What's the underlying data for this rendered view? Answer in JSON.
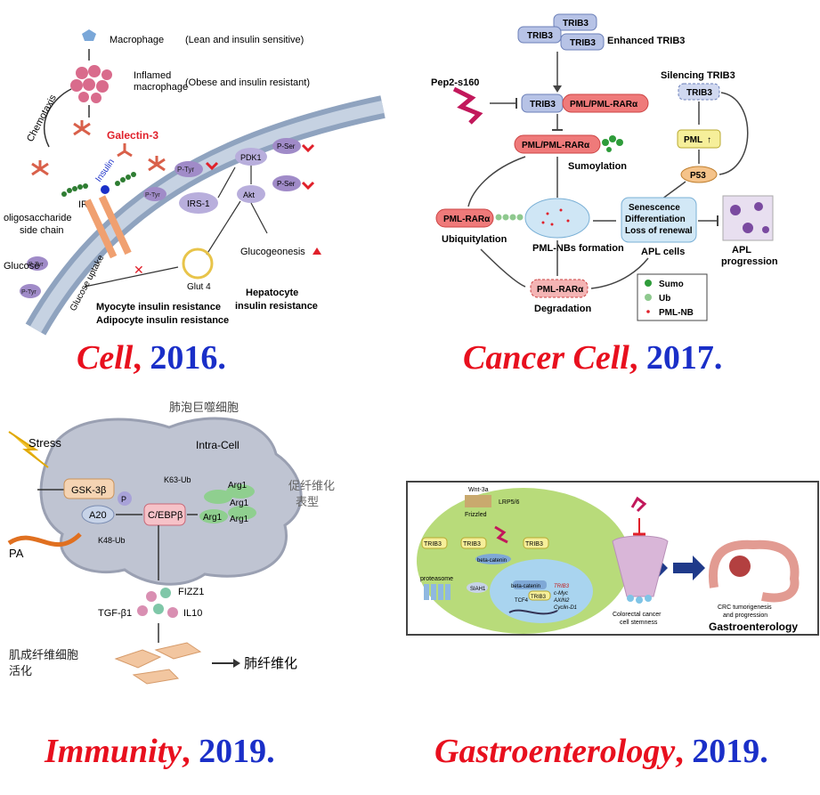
{
  "panel1": {
    "macrophage": "Macrophage",
    "macrophage_desc": "(Lean and insulin sensitive)",
    "inflamed": "Inflamed",
    "inflamed2": "macrophage",
    "inflamed_desc": "(Obese and insulin resistant)",
    "chemotaxis": "Chemotaxis",
    "galectin": "Galectin-3",
    "insulin": "Insulin",
    "ir": "IR",
    "oligo1": "oligosaccharide",
    "oligo2": "side chain",
    "ptyr1": "P-Tyr",
    "ptyr2": "P-Tyr",
    "ptyr3": "P-Tyr",
    "ptyr4": "P-Tyr",
    "irs1": "IRS-1",
    "pdk1": "PDK1",
    "pser1": "P-Ser",
    "akt": "Akt",
    "pser2": "P-Ser",
    "glucose": "Glucose",
    "glut4": "Glut 4",
    "glucose_uptake": "Glucose uptake",
    "glucogeonesis": "Glucogeonesis",
    "hepatocyte1": "Hepatocyte",
    "hepatocyte2": "insulin resistance",
    "myocyte": "Myocyte insulin resistance",
    "adipocyte": "Adipocyte insulin resistance"
  },
  "panel2": {
    "trib3_top": "TRIB3",
    "trib3_left": "TRIB3",
    "trib3_right": "TRIB3",
    "enhanced": "Enhanced TRIB3",
    "pep2": "Pep2-s160",
    "trib3_mid": "TRIB3",
    "pml_rar": "PML/PML-RARα",
    "pml_rar2": "PML/PML-RARα",
    "sumoylation": "Sumoylation",
    "silencing": "Silencing TRIB3",
    "trib3_sil": "TRIB3",
    "pml": "PML",
    "p53": "P53",
    "pml_rar_a": "PML-RARα",
    "ubiquitylation": "Ubiquitylation",
    "pml_nbs": "PML-NBs formation",
    "senescence": "Senescence",
    "differentiation": "Differentiation",
    "loss": "Loss of renewal",
    "apl_cells": "APL cells",
    "apl_prog1": "APL",
    "apl_prog2": "progression",
    "pml_rar_deg": "PML-RARα",
    "degradation": "Degradation",
    "legend_sumo": "Sumo",
    "legend_ub": "Ub",
    "legend_nb": "PML-NB"
  },
  "panel3": {
    "title_cn": "肺泡巨噬细胞",
    "intra": "Intra-Cell",
    "stress": "Stress",
    "gsk": "GSK-3β",
    "p": "P",
    "a20": "A20",
    "cebp": "C/EBPβ",
    "k63": "K63-Ub",
    "k48": "K48-Ub",
    "arg1a": "Arg1",
    "arg1b": "Arg1",
    "arg1c": "Arg1",
    "arg1d": "Arg1",
    "profib1": "促纤维化",
    "profib2": "表型",
    "pa": "PA",
    "fizz1": "FIZZ1",
    "tgf": "TGF-β1",
    "il10": "IL10",
    "fib1": "肌成纤维细胞",
    "fib2": "活化",
    "lung_fib": "肺纤维化"
  },
  "panel4": {
    "wnt": "Wnt-3a",
    "lrp": "LRP5/6",
    "frizzled": "Frizzled",
    "trib3_a": "TRIB3",
    "trib3_b": "TRIB3",
    "trib3_c": "TRIB3",
    "trib3_d": "TRIB3",
    "beta_cat": "beta-catenin",
    "proteasome": "proteasome",
    "siah1": "SIAH1",
    "beta_cat2": "beta-catenin",
    "tcf4": "TCF4",
    "targets": [
      "TRIB3",
      "c-Myc",
      "AXIN2",
      "Cyclin-D1"
    ],
    "stemness1": "Colorectal cancer",
    "stemness2": "cell stemness",
    "crc1": "CRC tumorigenesis",
    "crc2": "and progression",
    "journal": "Gastroenterology"
  },
  "captions": [
    {
      "journal": "Cell",
      "year": "2016."
    },
    {
      "journal": "Cancer Cell",
      "year": "2017."
    },
    {
      "journal": "Immunity",
      "year": "2019."
    },
    {
      "journal": "Gastroenterology",
      "year": "2019."
    }
  ],
  "colors": {
    "journal": "#e8101e",
    "year": "#1a2fc8"
  }
}
